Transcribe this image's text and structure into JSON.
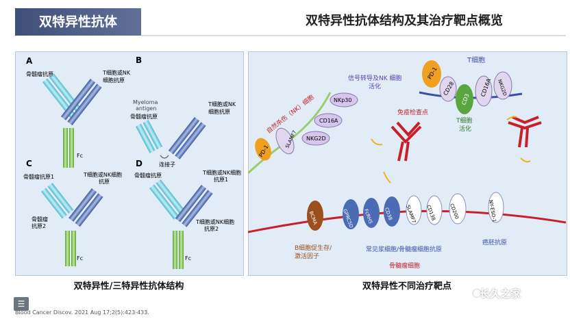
{
  "header": {
    "tag": "双特异性抗体",
    "title": "双特异性抗体结构及其治疗靶点概览"
  },
  "left_panel": {
    "caption": "双特异性/三特异性抗体结构",
    "A": {
      "letter": "A",
      "left_label": "骨髓瘤抗原",
      "right_label_1": "T细胞或NK",
      "right_label_2": "细胞抗原",
      "fc": "Fc"
    },
    "B": {
      "letter": "B",
      "top_label_1": "Myeloma",
      "top_label_2": "antigen",
      "left_label": "骨髓瘤抗原",
      "right_label_1": "T细胞或NK",
      "right_label_2": "细胞抗原",
      "linker": "连接子"
    },
    "C": {
      "letter": "C",
      "left_label_1": "骨髓瘤抗原1",
      "left_label_2": "骨髓瘤",
      "left_label_3": "抗原2",
      "right_label_1": "T细胞或NK细胞",
      "right_label_2": "抗原",
      "fc": "Fc"
    },
    "D": {
      "letter": "D",
      "left_label": "骨髓瘤抗原",
      "right_label_1": "T细胞或NK细胞",
      "right_label_2": "抗原1",
      "right_label_3": "T细胞或NK细胞",
      "right_label_4": "抗原2",
      "fc": "Fc"
    }
  },
  "right_panel": {
    "caption": "双特异性不同治疗靶点",
    "nk_cell": "自然杀伤（NK）细胞",
    "nk_signal_1": "信号转导及NK 细胞",
    "nk_signal_2": "活化",
    "t_cell": "T细胞",
    "t_activation_1": "T细胞",
    "t_activation_2": "活化",
    "checkpoint": "免疫检查点",
    "nk_markers": [
      "PD-1",
      "SLAMF7",
      "NKG2D",
      "CD16A",
      "NKp30"
    ],
    "t_markers": [
      "PD-1",
      "CD28",
      "CD3",
      "CD16A",
      "NKG2D"
    ],
    "myeloma_markers": [
      "BCMA",
      "GPRC5D",
      "FcRH5",
      "CD38",
      "SLAMF7",
      "CD138",
      "CD200",
      "NY-ESO-1"
    ],
    "b_factor_1": "B细胞促生存/",
    "b_factor_2": "激活因子",
    "common_antigen": "常见浆细胞/骨髓瘤细胞抗原",
    "myeloma_cell": "骨髓瘤细胞",
    "cancer_antigen": "癌胚抗原"
  },
  "citation": "Blood Cancer Discov. 2021 Aug 17;2(5):423-433.",
  "watermark": "长久之家",
  "menu_icon": "menu-icon",
  "wechat_icon": "wechat-icon",
  "colors": {
    "header_bg": "#4a5b85",
    "panel_bg": "#e2ecf7",
    "cyan": "#7fd3e0",
    "blue": "#4b6cb5",
    "green": "#7cc04a",
    "membrane": "#c8202a"
  }
}
